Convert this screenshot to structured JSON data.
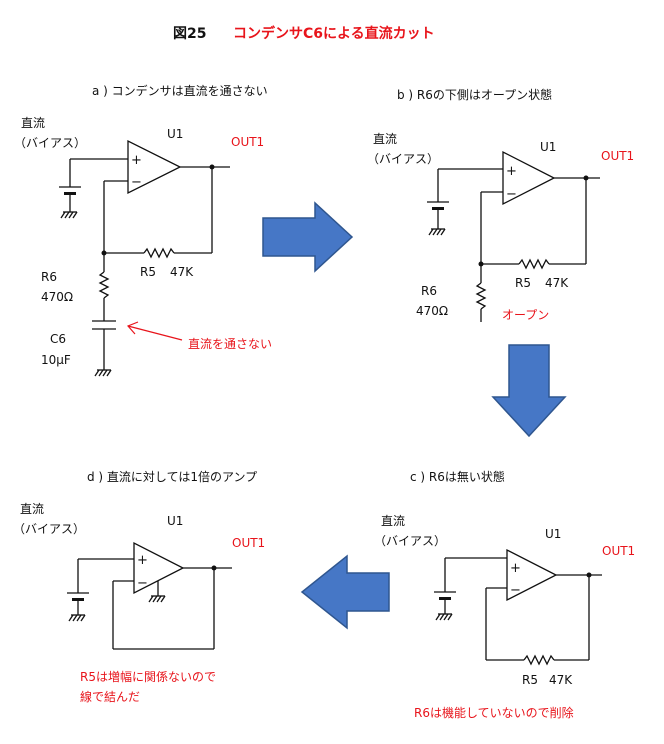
{
  "title": {
    "prefix": "図25",
    "main": "コンデンサC6による直流カット"
  },
  "colors": {
    "text": "#111111",
    "accent_red": "#e8141b",
    "arrow_fill": "#4677c6",
    "arrow_stroke": "#2f568f"
  },
  "panels": [
    {
      "id": "a",
      "caption": "a ) コンデンサは直流を通さない",
      "bias_line1": "直流",
      "bias_line2": "（バイアス）",
      "opamp_label": "U1",
      "plus": "+",
      "minus": "−",
      "output": "OUT1",
      "r5_label": "R5",
      "r5_value": "47K",
      "r6_label": "R6",
      "r6_value": "470Ω",
      "c6_label": "C6",
      "c6_value": "10μF",
      "note": "直流を通さない"
    },
    {
      "id": "b",
      "caption": "b ) R6の下側はオープン状態",
      "bias_line1": "直流",
      "bias_line2": "（バイアス）",
      "opamp_label": "U1",
      "plus": "+",
      "minus": "−",
      "output": "OUT1",
      "r5_label": "R5",
      "r5_value": "47K",
      "r6_label": "R6",
      "r6_value": "470Ω",
      "note": "オープン"
    },
    {
      "id": "c",
      "caption": "c ) R6は無い状態",
      "bias_line1": "直流",
      "bias_line2": "（バイアス）",
      "opamp_label": "U1",
      "plus": "+",
      "minus": "−",
      "output": "OUT1",
      "r5_label": "R5",
      "r5_value": "47K",
      "note": "R6は機能していないので削除"
    },
    {
      "id": "d",
      "caption": "d ) 直流に対しては1倍のアンプ",
      "bias_line1": "直流",
      "bias_line2": "（バイアス）",
      "opamp_label": "U1",
      "plus": "+",
      "minus": "−",
      "output": "OUT1",
      "note_line1": "R5は増幅に関係ないので",
      "note_line2": "線で結んだ"
    }
  ]
}
